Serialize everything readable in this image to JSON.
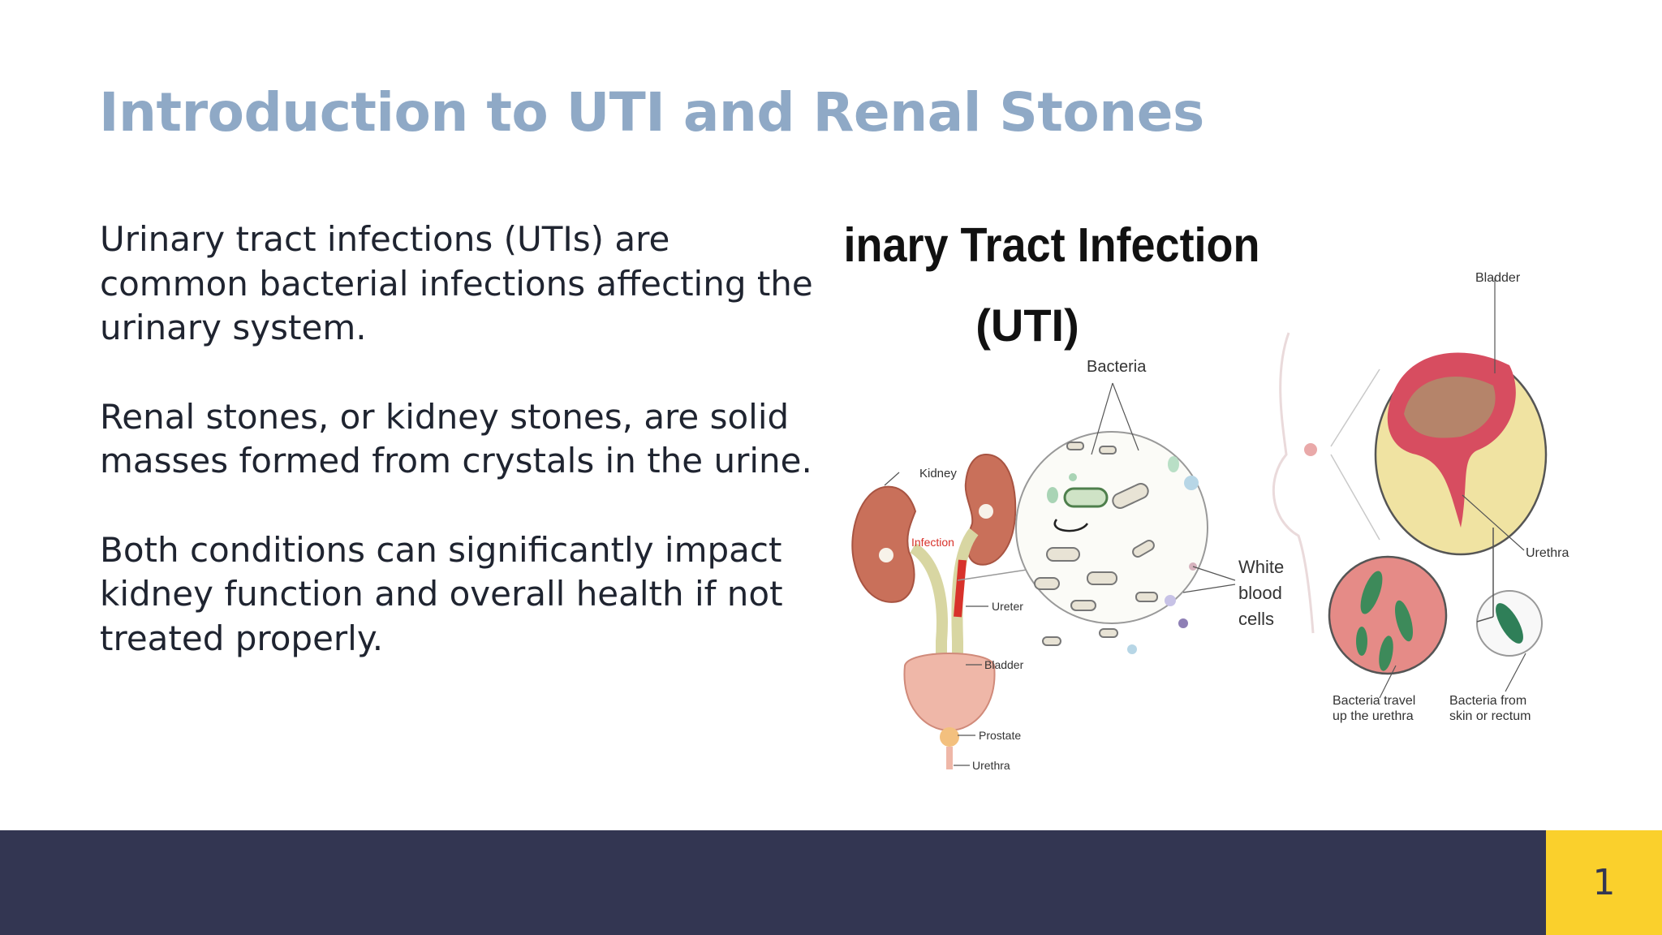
{
  "slide": {
    "title": "Introduction to UTI and Renal Stones",
    "paragraphs": [
      "Urinary tract infections (UTIs) are common bacterial infections affecting the urinary system.",
      "Renal stones, or kidney stones, are solid masses formed from crystals in the urine.",
      "Both conditions can significantly impact kidney function and overall health if not treated properly."
    ],
    "page_number": "1"
  },
  "figure": {
    "heading_line1": "Urinary Tract Infection",
    "heading_line2": "(UTI)",
    "labels": {
      "bacteria": "Bacteria",
      "kidney": "Kidney",
      "infection": "Infection",
      "ureter": "Ureter",
      "bladder_left": "Bladder",
      "prostate": "Prostate",
      "urethra_left": "Urethra",
      "white_1": "White",
      "white_2": "blood",
      "white_3": "cells",
      "bladder_right": "Bladder",
      "urethra_right": "Urethra",
      "travel_1": "Bacteria travel",
      "travel_2": "up the urethra",
      "from_1": "Bacteria from",
      "from_2": "skin or rectum"
    }
  },
  "colors": {
    "title": "#8fa9c6",
    "footer": "#333652",
    "page_box": "#fad02c"
  }
}
